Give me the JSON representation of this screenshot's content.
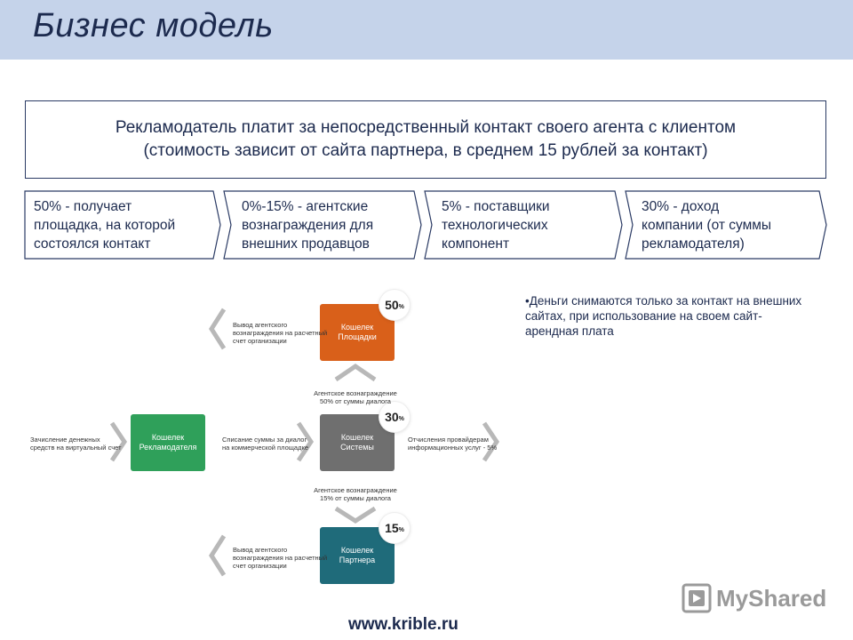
{
  "header": {
    "title": "Бизнес модель"
  },
  "main_box": {
    "line1": "Рекламодатель платит за непосредственный контакт своего агента с клиентом",
    "line2": "(стоимость зависит от сайта партнера, в среднем 15 рублей за контакт)"
  },
  "chevrons": [
    {
      "lines": [
        "50% - получает",
        "площадка, на которой",
        "состоялся контакт"
      ]
    },
    {
      "lines": [
        "0%-15% - агентские",
        "вознаграждения для",
        "внешних продавцов"
      ]
    },
    {
      "lines": [
        "5% - поставщики",
        "технологических",
        "компонент"
      ]
    },
    {
      "lines": [
        "30% - доход",
        "компании (от суммы",
        "рекламодателя)"
      ]
    }
  ],
  "note": "•Деньги снимаются только за контакт на внешних сайтах, при использование на своем сайт- арендная плата",
  "diagram": {
    "wallets": {
      "platform": [
        "Кошелек",
        "Площадки"
      ],
      "advertiser": [
        "Кошелек",
        "Рекламодателя"
      ],
      "system": [
        "Кошелек",
        "Системы"
      ],
      "partner": [
        "Кошелек",
        "Партнера"
      ]
    },
    "badges": {
      "platform": {
        "num": "50",
        "unit": "%"
      },
      "system": {
        "num": "30",
        "unit": "%"
      },
      "partner": {
        "num": "15",
        "unit": "%"
      }
    },
    "labels": {
      "withdraw_top": [
        "Вывод агентского",
        "вознаграждения на расчетный",
        "счет организации"
      ],
      "agent_top": [
        "Агентское вознаграждение",
        "50% от суммы диалога"
      ],
      "deposit": [
        "Зачисление денежных",
        "средств на виртуальный счет"
      ],
      "debit": [
        "Списание суммы за диалог",
        "на коммерческой площадке"
      ],
      "provider": [
        "Отчисления провайдерам",
        "информационных услуг - 5%"
      ],
      "agent_bottom": [
        "Агентское вознаграждение",
        "15% от суммы диалога"
      ],
      "withdraw_bottom": [
        "Вывод агентского",
        "вознаграждения на расчетный",
        "счет организации"
      ]
    },
    "colors": {
      "platform": "#d9601a",
      "advertiser": "#2fa05a",
      "system": "#6f6f6f",
      "partner": "#1f6b7a"
    }
  },
  "footer": {
    "url": "www.krible.ru"
  },
  "logo": {
    "text": "MyShared"
  }
}
